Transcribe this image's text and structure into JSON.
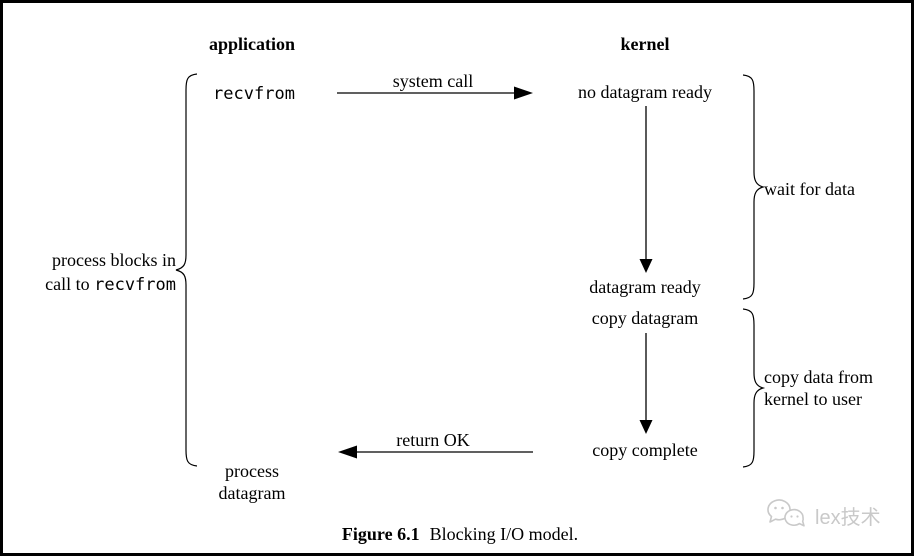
{
  "figure": {
    "columns": {
      "left_header": "application",
      "right_header": "kernel"
    },
    "application": {
      "call": "recvfrom",
      "process_line1": "process",
      "process_line2": "datagram"
    },
    "kernel": {
      "state1": "no datagram ready",
      "state2": "datagram ready",
      "state3": "copy datagram",
      "state4": "copy complete"
    },
    "arrows": {
      "system_call": "system call",
      "return_ok": "return OK"
    },
    "notes": {
      "blocks_line1": "process blocks in",
      "blocks_line2_text": "call to ",
      "blocks_line2_code": "recvfrom",
      "wait": "wait for data",
      "copy_line1": "copy data from",
      "copy_line2": "kernel to user"
    },
    "caption": {
      "label": "Figure 6.1",
      "text": "Blocking I/O model."
    }
  },
  "watermark": {
    "text": "lex技术"
  },
  "colors": {
    "ink": "#000000",
    "background": "#ffffff",
    "watermark": "#c9c9c9"
  }
}
